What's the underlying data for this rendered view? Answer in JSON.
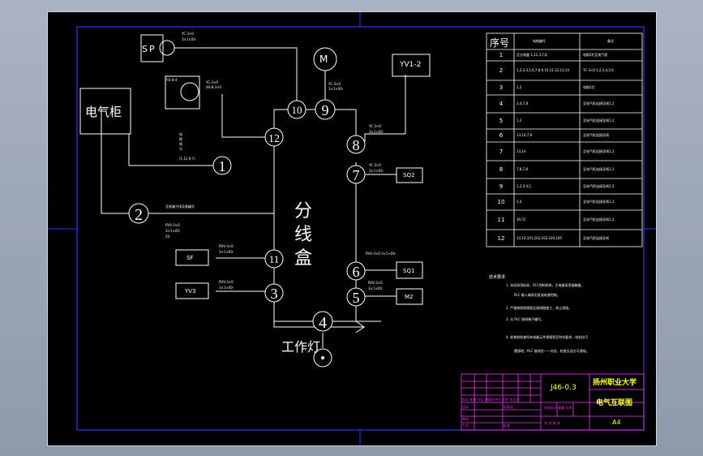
{
  "drawing": {
    "title_center": "分线盒",
    "work_light": "工作灯",
    "cabinet": "电气柜"
  },
  "devices": {
    "sp": "SP",
    "m": "M",
    "yv1": "YV1-2",
    "sq2": "SQ2",
    "sf": "SF",
    "yv3": "YV3",
    "sq1": "SQ1",
    "m2": "M2",
    "gauge": "FQ-8-4"
  },
  "nodes": [
    "1",
    "2",
    "3",
    "4",
    "5",
    "6",
    "7",
    "8",
    "9",
    "10",
    "11",
    "12"
  ],
  "cables": {
    "sp": [
      "YC-3×0",
      "3×1×00-"
    ],
    "gauge": [
      "YC-3×0",
      "00-8-3×0"
    ],
    "node9": [
      "YC-3×0",
      "3×1×00-"
    ],
    "node8": [
      "YC-3×0",
      "3×1×00-"
    ],
    "node7": [
      "YC-3×0",
      "3×1×00-"
    ],
    "cab1": [
      "电",
      "缆",
      "线",
      "号",
      "(1,12,9,7)"
    ],
    "node2": "至各端子排及其编号",
    "node2b": [
      "RVV-3×0",
      "3×1×00-",
      "20"
    ],
    "sf": [
      "RVV-3×0",
      "3×1×00-"
    ],
    "yv3": [
      "RVV-3×0",
      "3×1×00-"
    ],
    "sq1": "RVV-3×0-3×1×00-",
    "m2": [
      "RVV-3×0",
      "3×1×00-"
    ]
  },
  "table": {
    "headers": [
      "序号",
      "电缆编号",
      "备注"
    ],
    "rows": [
      {
        "no": "1",
        "code": "至分线盒 1,11,3,7,8",
        "note": "电缆2芯至电气柜"
      },
      {
        "no": "2",
        "code": "1,2,3,4,5,6,7,8,9,10,11,12,13,14",
        "note": "YC-3×0 1,2,3,4,5,6"
      },
      {
        "no": "3",
        "code": "1,2",
        "note": "电缆2芯"
      },
      {
        "no": "4",
        "code": "3,4,7,8",
        "note": "至电气柜连接导线1,2"
      },
      {
        "no": "5",
        "code": "1,2",
        "note": "至电气柜连接导线1,2"
      },
      {
        "no": "6",
        "code": "13,14,7,8",
        "note": "至电气柜连接导线"
      },
      {
        "no": "7",
        "code": "13,14",
        "note": "至电气柜连接导线1,2"
      },
      {
        "no": "8",
        "code": "7,8,7,8",
        "note": "至电气柜连接导线1,2"
      },
      {
        "no": "9",
        "code": "1,2,3,4,5",
        "note": "至电气柜连接导线1,2"
      },
      {
        "no": "10",
        "code": "3,4",
        "note": "至电气柜连接导线1,2"
      },
      {
        "no": "11",
        "code": "30,31",
        "note": "至电气柜连接导线1,2"
      },
      {
        "no": "12",
        "code": "13,14,101,102,103,104,105",
        "note": "至电气柜连接导线"
      }
    ]
  },
  "notes": {
    "heading": "技术要求",
    "lines": [
      "1.  本机采用标准、PLC控制系统，主电路采用接触器。",
      "PLC 输入端采用直流电源控制。",
      "2. 严格按照原理图及接线图施工，禁止改接。",
      "3. 分 PLC 接线端子编号。",
      "4. 安装前检查所有电器元件规格是否符合要求，电机应可",
      "靠接地，PLC 接线应一一对应，检查无误方可通电。"
    ]
  },
  "titleblock": {
    "code": "J46-0.3",
    "school": "扬州职业大学",
    "drawing_name": "电气互联图",
    "size": "A4",
    "rev": "标记 处数 分区 更改文件号 签名 年月日",
    "design": "设计",
    "std": "标准化",
    "check": "审核",
    "process": "工艺",
    "approve": "批准",
    "phase": "阶段标记 重量 比例",
    "sheet": "共 张 第 张"
  }
}
